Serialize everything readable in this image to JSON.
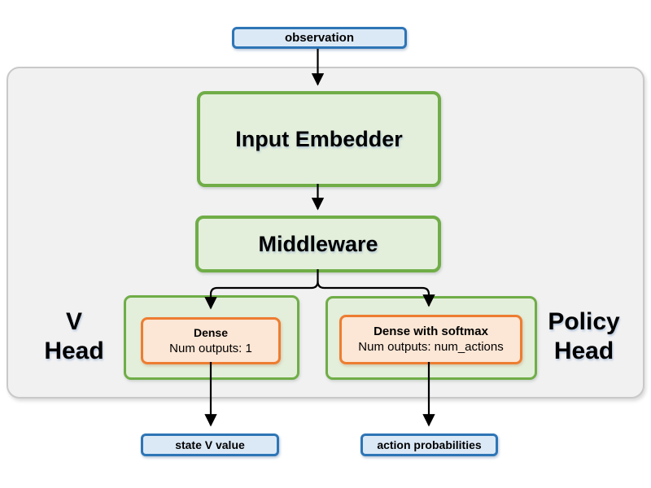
{
  "diagram": {
    "title_semantic": "actor-critic network architecture",
    "nodes": {
      "observation": {
        "label": "observation"
      },
      "input_embedder": {
        "label": "Input Embedder"
      },
      "middleware": {
        "label": "Middleware"
      },
      "v_head_label": {
        "line1": "V",
        "line2": "Head"
      },
      "policy_head_label": {
        "line1": "Policy",
        "line2": "Head"
      },
      "dense": {
        "title": "Dense",
        "subtitle": "Num outputs: 1"
      },
      "dense_softmax": {
        "title": "Dense with softmax",
        "subtitle": "Num outputs: num_actions"
      },
      "state_v_value": {
        "label": "state V value"
      },
      "action_probabilities": {
        "label": "action probabilities"
      }
    },
    "colors": {
      "io_fill": "#dbe9f7",
      "io_border": "#2e75b6",
      "component_fill": "#e3efdb",
      "component_border": "#70ad47",
      "layer_fill": "#fce6d5",
      "layer_border": "#ed7d31",
      "enclosure_fill": "#f1f1f2",
      "enclosure_border": "#c9c9c9",
      "arrow": "#000000"
    }
  }
}
